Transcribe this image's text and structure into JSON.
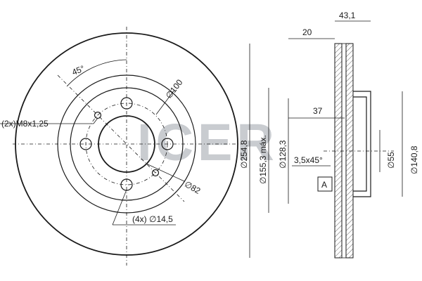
{
  "watermark": "ICER",
  "front_view": {
    "angle_label": "45°",
    "pcd_label": "∅100",
    "thread_label": "(2x)M8x1,25",
    "center_bore_label": "∅82",
    "holes_label": "(4x) ∅14,5"
  },
  "section_view": {
    "width_total": "43,1",
    "width_inner": "20",
    "hub_depth": "37",
    "chamfer": "3,5x45°",
    "datum": "A",
    "dia_outer": "∅254,8",
    "dia_friction": "∅155,3 máx.",
    "dia_hat": "∅128,3",
    "dia_bore": "∅55",
    "dia_hub": "∅140,8"
  }
}
